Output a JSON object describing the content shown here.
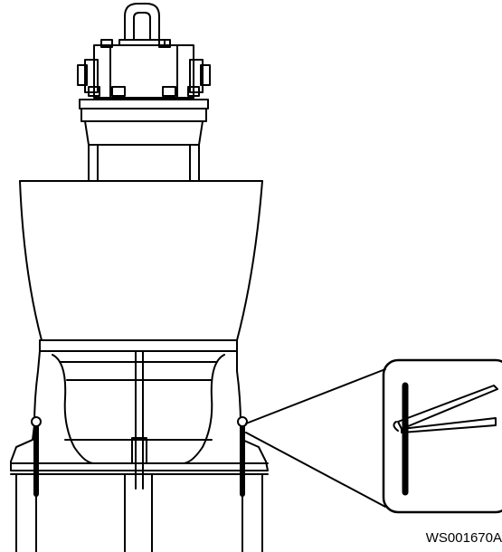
{
  "figure": {
    "id_label": "WS001670A"
  },
  "colors": {
    "line": "#000000",
    "fill": "#ffffff"
  },
  "parts": {
    "lifting_lug": "lifting-lug",
    "motor_head": "motor-head",
    "motor_body": "motor-body",
    "cooling_jacket": "cooling-jacket",
    "pump_housing": "pump-housing",
    "discharge_stand": "discharge-stand",
    "guide_pins": "guide-pins",
    "detail_callout": "detail-callout",
    "pliers_icon": "pliers-icon"
  }
}
